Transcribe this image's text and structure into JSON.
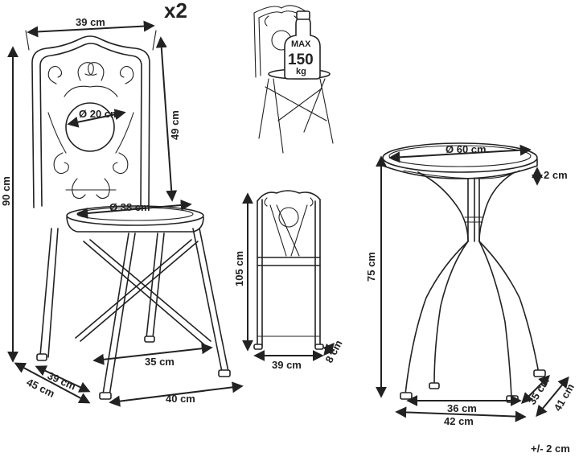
{
  "quantity": "x2",
  "chair_front": {
    "width_top": "39 cm",
    "height_total": "90 cm",
    "backrest_height": "49 cm",
    "medallion_diameter": "Ø 20 cm",
    "seat_diameter": "Ø 38 cm",
    "leg_span": "35 cm",
    "depth_inner": "39 cm",
    "depth_outer": "45 cm",
    "base_width": "40 cm"
  },
  "weight_badge": {
    "line1": "MAX",
    "line2": "150",
    "line3": "kg"
  },
  "chair_folded": {
    "height": "105 cm",
    "width": "39 cm",
    "thickness": "8 cm"
  },
  "table": {
    "top_diameter": "Ø 60 cm",
    "top_thickness": "2 cm",
    "height": "75 cm",
    "base_inner": "36 cm",
    "base_outer": "42 cm",
    "depth_inner": "35 cm",
    "depth_outer": "41 cm"
  },
  "tolerance": "+/- 2 cm"
}
